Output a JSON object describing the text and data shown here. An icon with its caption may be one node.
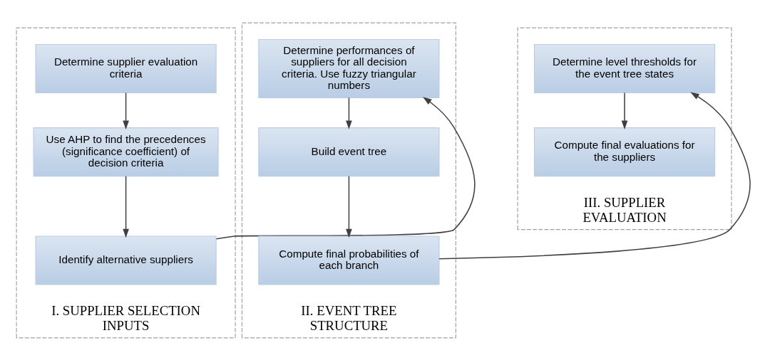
{
  "diagram": {
    "nodes": [
      {
        "text": [
          "I. SUPPLIER SELECTION INPUTS"
        ]
      },
      {
        "text": [
          "Determine supplier evaluation criteria"
        ],
        "in": 0
      },
      {
        "text": [
          "Use AHP to find the precedences (significance coefficient) of decision criteria"
        ],
        "in": 0
      },
      {
        "text": [
          "Identify alternative suppliers"
        ],
        "in": 0
      },
      {
        "text": [
          "II. EVENT TREE STRUCTURE"
        ]
      },
      {
        "text": [
          "Determine performances of suppliers for all decision criteria. Use fuzzy triangular numbers"
        ],
        "in": 4
      },
      {
        "text": [
          "Build event tree"
        ],
        "in": 4
      },
      {
        "text": [
          "Compute final probabilities of each branch"
        ],
        "in": 4
      },
      {
        "text": [
          "III. SUPPLIER EVALUATION"
        ]
      },
      {
        "text": [
          "Determine level thresholds for the event tree states"
        ],
        "in": 8
      },
      {
        "text": [
          "Compute final evaluations for the suppliers"
        ],
        "in": 8
      }
    ],
    "edges": [
      {
        "from": 1,
        "to": 2,
        "arrow": "to"
      },
      {
        "from": 2,
        "to": 3,
        "arrow": "to"
      },
      {
        "from": 3,
        "to": 5,
        "arrow": "to"
      },
      {
        "from": 5,
        "to": 6,
        "arrow": "to"
      },
      {
        "from": 6,
        "to": 7,
        "arrow": "to"
      },
      {
        "from": 7,
        "to": 9,
        "arrow": "to"
      },
      {
        "from": 9,
        "to": 10,
        "arrow": "to"
      }
    ]
  }
}
